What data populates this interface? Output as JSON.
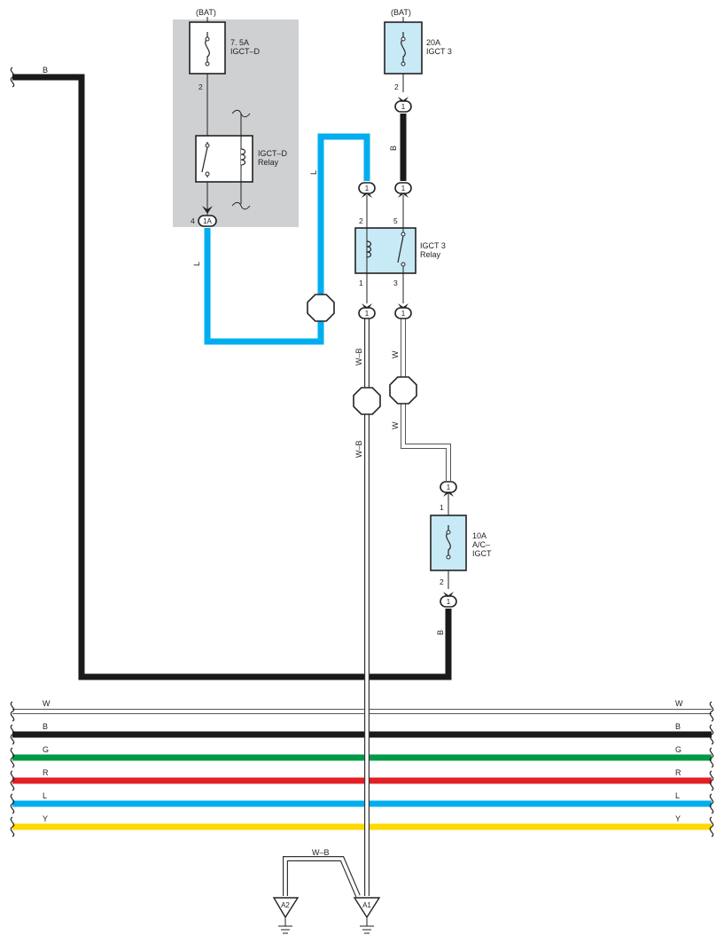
{
  "colors": {
    "B": "#1a1a1a",
    "L": "#00aeef",
    "W": "#ffffff",
    "G": "#009a44",
    "R": "#e31e24",
    "Y": "#ffd800",
    "relay_box_fill": "#c8e9f6",
    "shaded_area": "#cfd0d2"
  },
  "fuses": {
    "igct_d": {
      "source": "(BAT)",
      "rating": "7. 5A",
      "name": "IGCT–D",
      "pin_out": "2"
    },
    "igct3": {
      "source": "(BAT)",
      "rating": "20A",
      "name": "IGCT 3",
      "pin_out": "2"
    },
    "ac_igct": {
      "rating": "10A",
      "name_line1": "A/C–",
      "name_line2": "IGCT",
      "pin_in": "1",
      "pin_out": "2"
    }
  },
  "relays": {
    "igct_d": {
      "name": "IGCT–D",
      "suffix": "Relay",
      "connector_pin": "4",
      "connector_label": "1A"
    },
    "igct3": {
      "name": "IGCT 3",
      "suffix": "Relay",
      "pin_coil_in": "2",
      "pin_switch_in": "5",
      "pin_coil_out": "1",
      "pin_switch_out": "3"
    }
  },
  "connectors": {
    "label": "1"
  },
  "wires": {
    "b_main": "B",
    "l_left": "L",
    "l_right": "L",
    "b_igct3": "B",
    "wb_upper": "W–B",
    "wb_lower": "W–B",
    "w_upper": "W",
    "w_lower": "W",
    "b_ac": "B",
    "wb_ground": "W–B"
  },
  "bus": [
    {
      "code": "W"
    },
    {
      "code": "B"
    },
    {
      "code": "G"
    },
    {
      "code": "R"
    },
    {
      "code": "L"
    },
    {
      "code": "Y"
    }
  ],
  "grounds": {
    "a2": "A2",
    "a1": "A1"
  }
}
